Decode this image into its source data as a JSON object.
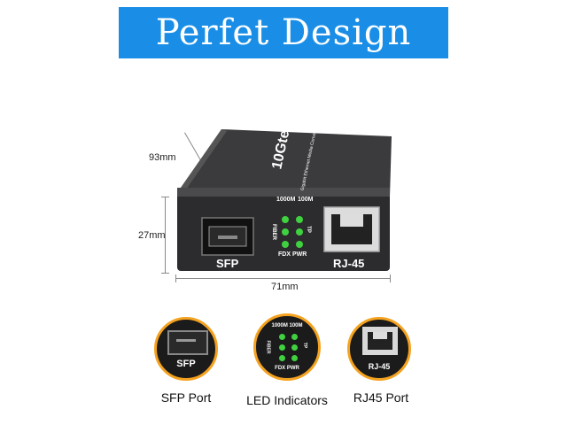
{
  "banner": {
    "title": "Perfet Design",
    "color": "#1a8ee6"
  },
  "dimensions": {
    "depth": "93mm",
    "height": "27mm",
    "width": "71mm"
  },
  "device": {
    "brand": "10Gtek",
    "subtitle": "Gigabit Ethernet Media Converter",
    "led_top_left": "1000M",
    "led_top_right": "100M",
    "led_left": "FIBER",
    "led_right": "TP",
    "led_bottom": "FDX PWR",
    "sfp_label": "SFP",
    "rj45_label": "RJ-45",
    "led_color": "#3fd13f",
    "body_color": "#3a3a3c"
  },
  "features": [
    {
      "caption": "SFP Port",
      "badge": "SFP"
    },
    {
      "caption": "LED Indicators",
      "top": "1000M 100M",
      "left": "FIBER",
      "right": "TP",
      "bottom": "FDX PWR"
    },
    {
      "caption": "RJ45 Port",
      "badge": "RJ-45"
    }
  ],
  "accent_color": "#f4a21f"
}
